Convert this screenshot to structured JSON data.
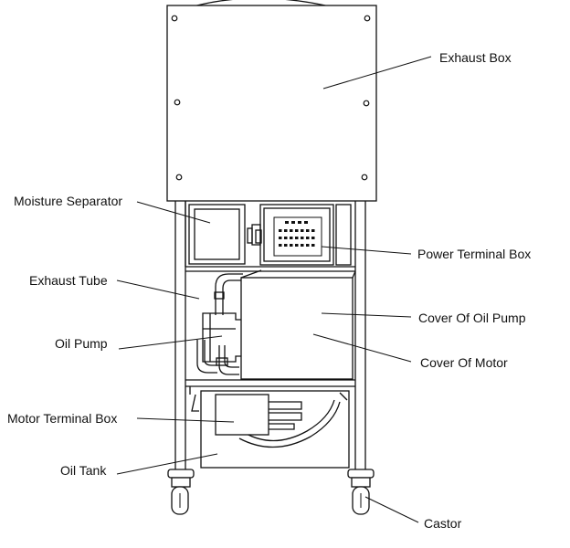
{
  "labels": {
    "exhaust_box": "Exhaust Box",
    "moisture_separator": "Moisture Separator",
    "power_terminal_box": "Power Terminal Box",
    "exhaust_tube": "Exhaust Tube",
    "cover_of_oil_pump": "Cover Of Oil Pump",
    "oil_pump": "Oil Pump",
    "cover_of_motor": "Cover Of Motor",
    "motor_terminal_box": "Motor Terminal Box",
    "oil_tank": "Oil Tank",
    "castor": "Castor"
  }
}
